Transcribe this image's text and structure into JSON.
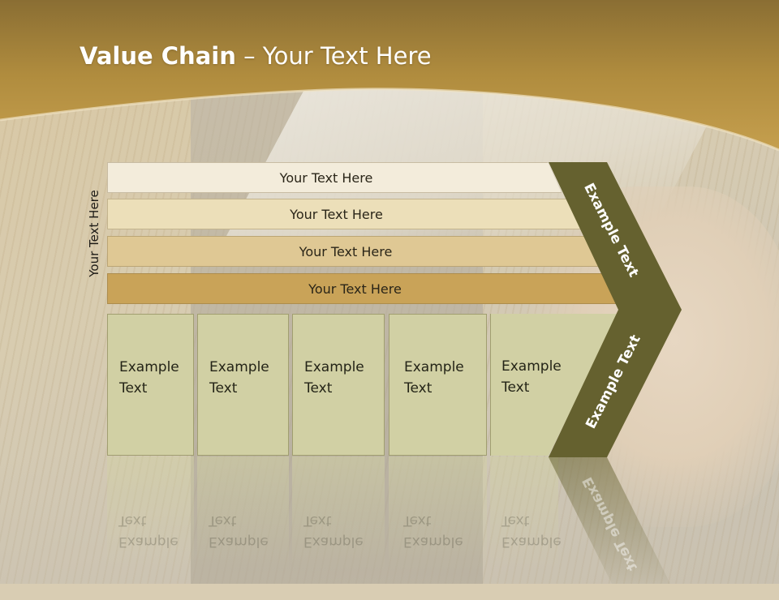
{
  "title": {
    "bold": "Value Chain",
    "rest": " – Your Text Here"
  },
  "side_label": "Your Text Here",
  "bands": [
    "Your Text Here",
    "Your Text Here",
    "Your Text Here",
    "Your Text Here"
  ],
  "columns": [
    "Example\nText",
    "Example\nText",
    "Example\nText",
    "Example\nText",
    "Example\nText"
  ],
  "chevron": {
    "top_label": "Example Text",
    "bottom_label": "Example Text"
  },
  "colors": {
    "header_gold": "#b08c3e",
    "band_light": "#f3ecdb",
    "band_mid1": "#ecdfb9",
    "band_mid2": "#dfc894",
    "band_dark": "#c9a358",
    "column_fill": "#d1d0a4",
    "chevron_olive": "#65612f"
  }
}
